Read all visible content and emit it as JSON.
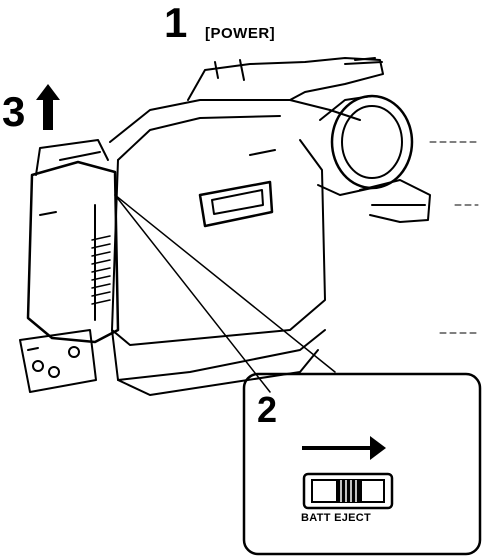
{
  "labels": {
    "step1": "1",
    "power": "[POWER]",
    "step3": "3",
    "step2": "2",
    "batt_eject": "BATT EJECT"
  },
  "icons": {
    "up_arrow": "up-arrow-icon",
    "right_arrow": "right-arrow-icon",
    "batt_eject_slider": "slider-switch-icon"
  },
  "colors": {
    "ink": "#000000",
    "paper": "#ffffff"
  }
}
